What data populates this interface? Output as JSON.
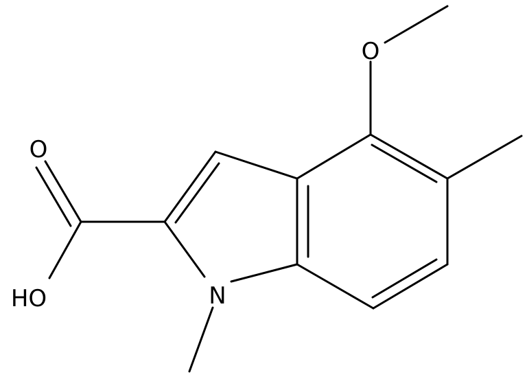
{
  "atom_labels": {
    "methoxy_oxygen": "O",
    "carbonyl_oxygen": "O",
    "hydroxyl": "HO",
    "ring_nitrogen": "N"
  },
  "colors": {
    "bond": "#000000",
    "label": "#000000",
    "background": "#ffffff"
  }
}
